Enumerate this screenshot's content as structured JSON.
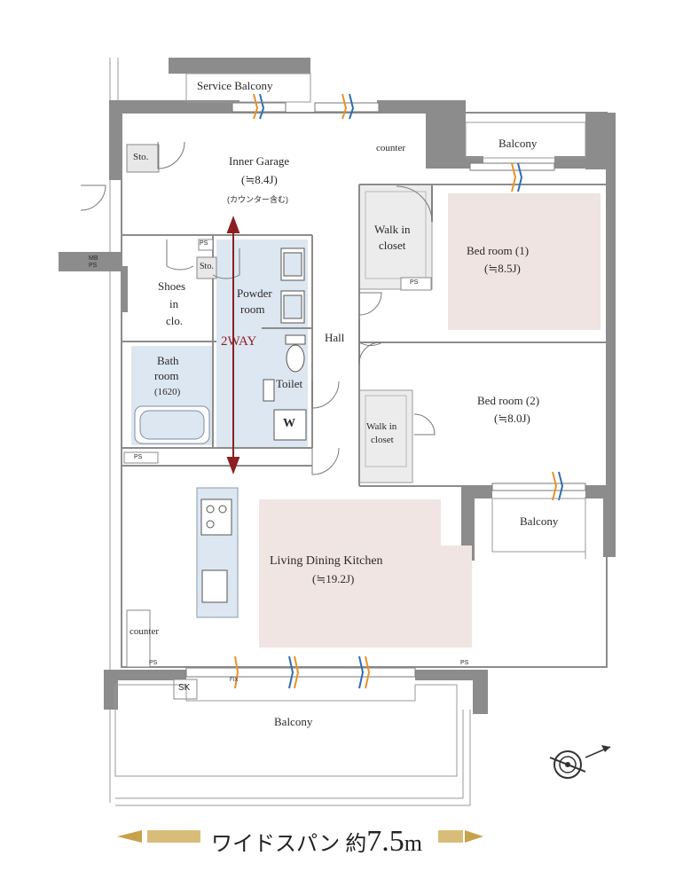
{
  "rooms": {
    "service_balcony": "Service Balcony",
    "inner_garage": "Inner Garage",
    "inner_garage_size": "(≒8.4J)",
    "inner_garage_note": "(カウンター含む)",
    "counter_top": "counter",
    "balcony_top_right": "Balcony",
    "sto_top": "Sto.",
    "sto_mid": "Sto.",
    "mb_ps_1": "MB",
    "mb_ps_2": "PS",
    "ps_upper": "PS",
    "ps_closet": "PS",
    "ps_bath": "PS",
    "ps_bottom_left": "PS",
    "ps_bottom_right": "PS",
    "walk_in_closet_1_line1": "Walk in",
    "walk_in_closet_1_line2": "closet",
    "walk_in_closet_2_line1": "Walk in",
    "walk_in_closet_2_line2": "closet",
    "bedroom1": "Bed room (1)",
    "bedroom1_size": "(≒8.5J)",
    "bedroom2": "Bed room (2)",
    "bedroom2_size": "(≒8.0J)",
    "shoes_line1": "Shoes",
    "shoes_line2": "in",
    "shoes_line3": "clo.",
    "powder_line1": "Powder",
    "powder_line2": "room",
    "hall": "Hall",
    "two_way": "2WAY",
    "bath_line1": "Bath",
    "bath_line2": "room",
    "bath_size": "(1620)",
    "toilet": "Toilet",
    "washer": "W",
    "balcony_right": "Balcony",
    "ldk": "Living Dining Kitchen",
    "ldk_size": "(≒19.2J)",
    "counter_bottom": "counter",
    "sk": "SK",
    "fix": "FIX",
    "balcony_bottom": "Balcony"
  },
  "banner": {
    "text": "ワイドスパン 約",
    "number": "7.5",
    "unit": "m"
  },
  "colors": {
    "wall": "#8c8c8c",
    "wet_area": "#dde7f1",
    "bedroom_floor": "#efe4e2",
    "ldk_floor": "#f0e5e3",
    "closet": "#ececec",
    "arrow": "#8e1e22",
    "banner_gold": "#c8a24a",
    "window_blue": "#2f6db0",
    "window_orange": "#e8922a"
  }
}
